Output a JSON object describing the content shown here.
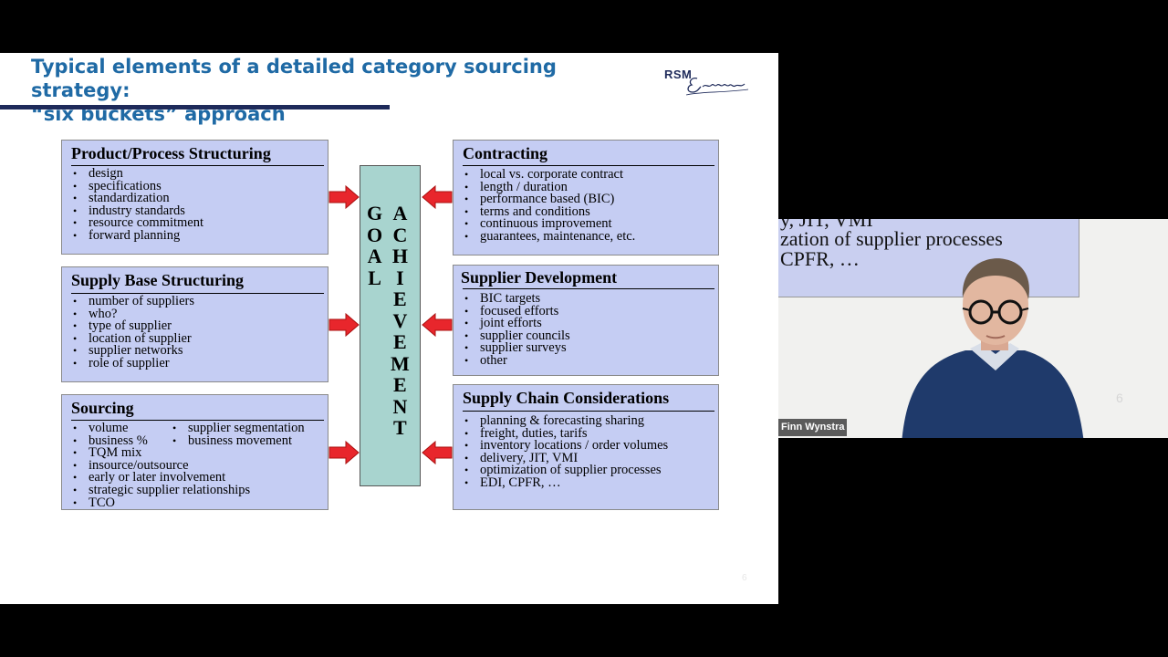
{
  "slide": {
    "title_line1": "Typical elements of a detailed category sourcing strategy:",
    "title_line2": "“six buckets” approach",
    "logo_text": "RSM",
    "logo_signature": "Erasmus",
    "page_number": "6",
    "colors": {
      "title": "#1f6aa5",
      "box_fill": "#c5cdf3",
      "goal_fill": "#a8d4cf",
      "arrow": "#e8262c",
      "rule": "#1e2a5a"
    },
    "goal_word_1": [
      "G",
      "O",
      "A",
      "L"
    ],
    "goal_word_2": [
      "A",
      "C",
      "H",
      "I",
      "E",
      "V",
      "E",
      "M",
      "E",
      "N",
      "T"
    ],
    "buckets": {
      "product": {
        "title": "Product/Process Structuring",
        "items": [
          "design",
          "specifications",
          "standardization",
          "industry standards",
          "resource commitment",
          "forward planning"
        ]
      },
      "supply_base": {
        "title": "Supply Base Structuring",
        "items": [
          "number of suppliers",
          "who?",
          "type of supplier",
          "location of supplier",
          "supplier networks",
          "role of supplier"
        ]
      },
      "sourcing": {
        "title": "Sourcing",
        "items": [
          "volume",
          "business %",
          "TQM mix",
          "insource/outsource",
          "early or later involvement",
          "strategic supplier relationships",
          "TCO"
        ],
        "items_right": [
          "supplier segmentation",
          "business movement"
        ]
      },
      "contracting": {
        "title": "Contracting",
        "items": [
          "local vs. corporate contract",
          "length / duration",
          "performance based (BIC)",
          "terms and conditions",
          "continuous improvement",
          "guarantees, maintenance, etc."
        ]
      },
      "supplier_dev": {
        "title": "Supplier Development",
        "items": [
          "BIC targets",
          "focused efforts",
          "joint efforts",
          "supplier councils",
          "supplier surveys",
          "other"
        ]
      },
      "supply_chain": {
        "title": "Supply Chain Considerations",
        "items": [
          "planning & forecasting sharing",
          "freight, duties, tarifs",
          "inventory locations / order volumes",
          "delivery, JIT, VMI",
          "optimization of supplier processes",
          "EDI, CPFR, …"
        ]
      }
    }
  },
  "video": {
    "participant_name": "Finn Wynstra",
    "shared_text_line1": "y, JIT, VMI",
    "shared_text_line2": "zation of supplier processes",
    "shared_text_line3": "CPFR, …",
    "page_number": "6"
  }
}
